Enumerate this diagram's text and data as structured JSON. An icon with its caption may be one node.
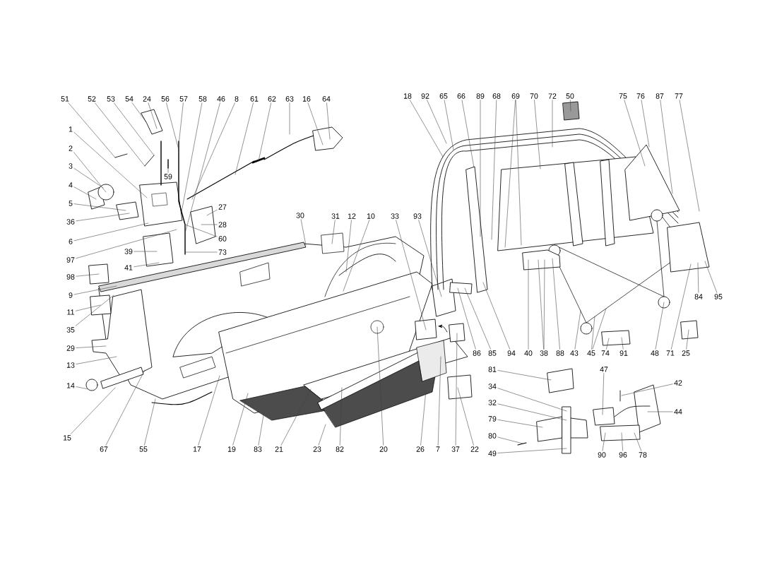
{
  "diagram": {
    "nodes": [
      {
        "text": [
          "51"
        ]
      },
      {
        "text": [
          "52"
        ]
      },
      {
        "text": [
          "53"
        ]
      },
      {
        "text": [
          "54"
        ]
      },
      {
        "text": [
          "24"
        ]
      },
      {
        "text": [
          "56"
        ]
      },
      {
        "text": [
          "57"
        ]
      },
      {
        "text": [
          "58"
        ]
      },
      {
        "text": [
          "46"
        ]
      },
      {
        "text": [
          "8"
        ]
      },
      {
        "text": [
          "61"
        ]
      },
      {
        "text": [
          "62"
        ]
      },
      {
        "text": [
          "63"
        ]
      },
      {
        "text": [
          "16"
        ]
      },
      {
        "text": [
          "64"
        ]
      },
      {
        "text": [
          "1"
        ]
      },
      {
        "text": [
          "2"
        ]
      },
      {
        "text": [
          "3"
        ]
      },
      {
        "text": [
          "4"
        ]
      },
      {
        "text": [
          "5"
        ]
      },
      {
        "text": [
          "36"
        ]
      },
      {
        "text": [
          "6"
        ]
      },
      {
        "text": [
          "97"
        ]
      },
      {
        "text": [
          "98"
        ]
      },
      {
        "text": [
          "9"
        ]
      },
      {
        "text": [
          "11"
        ]
      },
      {
        "text": [
          "35"
        ]
      },
      {
        "text": [
          "29"
        ]
      },
      {
        "text": [
          "13"
        ]
      },
      {
        "text": [
          "14"
        ]
      },
      {
        "text": [
          "59"
        ]
      },
      {
        "text": [
          "27"
        ]
      },
      {
        "text": [
          "28"
        ]
      },
      {
        "text": [
          "60"
        ]
      },
      {
        "text": [
          "73"
        ]
      },
      {
        "text": [
          "39"
        ]
      },
      {
        "text": [
          "41"
        ]
      },
      {
        "text": [
          "30"
        ]
      },
      {
        "text": [
          "31"
        ]
      },
      {
        "text": [
          "12"
        ]
      },
      {
        "text": [
          "10"
        ]
      },
      {
        "text": [
          "33"
        ]
      },
      {
        "text": [
          "93"
        ]
      },
      {
        "text": [
          "18"
        ]
      },
      {
        "text": [
          "92"
        ]
      },
      {
        "text": [
          "65"
        ]
      },
      {
        "text": [
          "66"
        ]
      },
      {
        "text": [
          "89"
        ]
      },
      {
        "text": [
          "68"
        ]
      },
      {
        "text": [
          "69"
        ]
      },
      {
        "text": [
          "70"
        ]
      },
      {
        "text": [
          "72"
        ]
      },
      {
        "text": [
          "50"
        ]
      },
      {
        "text": [
          "75"
        ]
      },
      {
        "text": [
          "76"
        ]
      },
      {
        "text": [
          "87"
        ]
      },
      {
        "text": [
          "77"
        ]
      },
      {
        "text": [
          "84"
        ]
      },
      {
        "text": [
          "95"
        ]
      },
      {
        "text": [
          "86"
        ]
      },
      {
        "text": [
          "85"
        ]
      },
      {
        "text": [
          "94"
        ]
      },
      {
        "text": [
          "40"
        ]
      },
      {
        "text": [
          "38"
        ]
      },
      {
        "text": [
          "88"
        ]
      },
      {
        "text": [
          "43"
        ]
      },
      {
        "text": [
          "45"
        ]
      },
      {
        "text": [
          "74"
        ]
      },
      {
        "text": [
          "91"
        ]
      },
      {
        "text": [
          "48"
        ]
      },
      {
        "text": [
          "71"
        ]
      },
      {
        "text": [
          "25"
        ]
      },
      {
        "text": [
          "15"
        ]
      },
      {
        "text": [
          "67"
        ]
      },
      {
        "text": [
          "55"
        ]
      },
      {
        "text": [
          "17"
        ]
      },
      {
        "text": [
          "19"
        ]
      },
      {
        "text": [
          "83"
        ]
      },
      {
        "text": [
          "21"
        ]
      },
      {
        "text": [
          "23"
        ]
      },
      {
        "text": [
          "82"
        ]
      },
      {
        "text": [
          "20"
        ]
      },
      {
        "text": [
          "26"
        ]
      },
      {
        "text": [
          "7"
        ]
      },
      {
        "text": [
          "37"
        ]
      },
      {
        "text": [
          "22"
        ]
      },
      {
        "text": [
          "81"
        ]
      },
      {
        "text": [
          "34"
        ]
      },
      {
        "text": [
          "32"
        ]
      },
      {
        "text": [
          "79"
        ]
      },
      {
        "text": [
          "80"
        ]
      },
      {
        "text": [
          "49"
        ]
      },
      {
        "text": [
          "47"
        ]
      },
      {
        "text": [
          "42"
        ]
      },
      {
        "text": [
          "44"
        ]
      },
      {
        "text": [
          "90"
        ]
      },
      {
        "text": [
          "96"
        ]
      },
      {
        "text": [
          "78"
        ]
      }
    ],
    "edges": [
      {
        "from": 0,
        "to": null,
        "arrow": "none"
      },
      {
        "from": 1,
        "to": null,
        "arrow": "none"
      },
      {
        "from": 2,
        "to": null,
        "arrow": "none"
      },
      {
        "from": 3,
        "to": null,
        "arrow": "none"
      },
      {
        "from": 4,
        "to": null,
        "arrow": "none"
      },
      {
        "from": 5,
        "to": null,
        "arrow": "none"
      },
      {
        "from": 6,
        "to": null,
        "arrow": "none"
      },
      {
        "from": 7,
        "to": null,
        "arrow": "none"
      },
      {
        "from": 8,
        "to": null,
        "arrow": "none"
      },
      {
        "from": 9,
        "to": null,
        "arrow": "none"
      },
      {
        "from": 10,
        "to": null,
        "arrow": "none"
      },
      {
        "from": 11,
        "to": null,
        "arrow": "none"
      },
      {
        "from": 12,
        "to": null,
        "arrow": "none"
      },
      {
        "from": 13,
        "to": null,
        "arrow": "none"
      },
      {
        "from": 14,
        "to": null,
        "arrow": "none"
      },
      {
        "from": 15,
        "to": null,
        "arrow": "none"
      },
      {
        "from": 16,
        "to": null,
        "arrow": "none"
      },
      {
        "from": 17,
        "to": null,
        "arrow": "none"
      },
      {
        "from": 18,
        "to": null,
        "arrow": "none"
      },
      {
        "from": 19,
        "to": null,
        "arrow": "none"
      },
      {
        "from": 20,
        "to": null,
        "arrow": "none"
      },
      {
        "from": 21,
        "to": null,
        "arrow": "none"
      },
      {
        "from": 22,
        "to": null,
        "arrow": "none"
      },
      {
        "from": 23,
        "to": null,
        "arrow": "none"
      },
      {
        "from": 24,
        "to": null,
        "arrow": "none"
      },
      {
        "from": 25,
        "to": null,
        "arrow": "none"
      },
      {
        "from": 26,
        "to": null,
        "arrow": "none"
      },
      {
        "from": 27,
        "to": null,
        "arrow": "none"
      },
      {
        "from": 28,
        "to": null,
        "arrow": "none"
      },
      {
        "from": 29,
        "to": null,
        "arrow": "none"
      },
      {
        "from": 30,
        "to": null,
        "arrow": "none"
      },
      {
        "from": 31,
        "to": null,
        "arrow": "none"
      },
      {
        "from": 32,
        "to": null,
        "arrow": "none"
      },
      {
        "from": 33,
        "to": null,
        "arrow": "none"
      },
      {
        "from": 34,
        "to": null,
        "arrow": "none"
      },
      {
        "from": 35,
        "to": null,
        "arrow": "none"
      },
      {
        "from": 36,
        "to": null,
        "arrow": "none"
      },
      {
        "from": 37,
        "to": null,
        "arrow": "none"
      },
      {
        "from": 38,
        "to": null,
        "arrow": "none"
      },
      {
        "from": 39,
        "to": null,
        "arrow": "none"
      },
      {
        "from": 40,
        "to": null,
        "arrow": "none"
      },
      {
        "from": 41,
        "to": null,
        "arrow": "none"
      },
      {
        "from": 42,
        "to": null,
        "arrow": "none"
      },
      {
        "from": 43,
        "to": null,
        "arrow": "none"
      },
      {
        "from": 44,
        "to": null,
        "arrow": "none"
      },
      {
        "from": 45,
        "to": null,
        "arrow": "none"
      },
      {
        "from": 46,
        "to": null,
        "arrow": "none"
      },
      {
        "from": 47,
        "to": null,
        "arrow": "none"
      },
      {
        "from": 48,
        "to": null,
        "arrow": "none"
      },
      {
        "from": 49,
        "to": null,
        "arrow": "none"
      },
      {
        "from": 49,
        "to": null,
        "arrow": "none"
      },
      {
        "from": 50,
        "to": null,
        "arrow": "none"
      },
      {
        "from": 51,
        "to": null,
        "arrow": "none"
      },
      {
        "from": 52,
        "to": null,
        "arrow": "none"
      },
      {
        "from": 53,
        "to": null,
        "arrow": "none"
      },
      {
        "from": 54,
        "to": null,
        "arrow": "none"
      },
      {
        "from": 55,
        "to": null,
        "arrow": "none"
      },
      {
        "from": 56,
        "to": null,
        "arrow": "none"
      },
      {
        "from": 57,
        "to": null,
        "arrow": "none"
      },
      {
        "from": 58,
        "to": null,
        "arrow": "none"
      },
      {
        "from": 59,
        "to": null,
        "arrow": "none"
      },
      {
        "from": 60,
        "to": null,
        "arrow": "none"
      },
      {
        "from": 61,
        "to": null,
        "arrow": "none"
      },
      {
        "from": 62,
        "to": null,
        "arrow": "none"
      },
      {
        "from": 63,
        "to": null,
        "arrow": "none"
      },
      {
        "from": 63,
        "to": null,
        "arrow": "none"
      },
      {
        "from": 64,
        "to": null,
        "arrow": "none"
      },
      {
        "from": 65,
        "to": null,
        "arrow": "none"
      },
      {
        "from": 66,
        "to": null,
        "arrow": "none"
      },
      {
        "from": 66,
        "to": null,
        "arrow": "none"
      },
      {
        "from": 67,
        "to": null,
        "arrow": "none"
      },
      {
        "from": 68,
        "to": null,
        "arrow": "none"
      },
      {
        "from": 69,
        "to": null,
        "arrow": "none"
      },
      {
        "from": 70,
        "to": null,
        "arrow": "none"
      },
      {
        "from": 71,
        "to": null,
        "arrow": "none"
      },
      {
        "from": 72,
        "to": null,
        "arrow": "none"
      },
      {
        "from": 73,
        "to": null,
        "arrow": "none"
      },
      {
        "from": 74,
        "to": null,
        "arrow": "none"
      },
      {
        "from": 75,
        "to": null,
        "arrow": "none"
      },
      {
        "from": 76,
        "to": null,
        "arrow": "none"
      },
      {
        "from": 77,
        "to": null,
        "arrow": "none"
      },
      {
        "from": 78,
        "to": null,
        "arrow": "none"
      },
      {
        "from": 79,
        "to": null,
        "arrow": "none"
      },
      {
        "from": 80,
        "to": null,
        "arrow": "none"
      },
      {
        "from": 81,
        "to": null,
        "arrow": "none"
      },
      {
        "from": 82,
        "to": null,
        "arrow": "none"
      },
      {
        "from": 83,
        "to": null,
        "arrow": "none"
      },
      {
        "from": 84,
        "to": null,
        "arrow": "none"
      },
      {
        "from": 85,
        "to": null,
        "arrow": "none"
      },
      {
        "from": 86,
        "to": null,
        "arrow": "none"
      },
      {
        "from": 87,
        "to": null,
        "arrow": "none"
      },
      {
        "from": 88,
        "to": null,
        "arrow": "none"
      },
      {
        "from": 89,
        "to": null,
        "arrow": "none"
      },
      {
        "from": 90,
        "to": null,
        "arrow": "none"
      },
      {
        "from": 91,
        "to": null,
        "arrow": "none"
      },
      {
        "from": 92,
        "to": null,
        "arrow": "none"
      },
      {
        "from": 93,
        "to": null,
        "arrow": "none"
      },
      {
        "from": 94,
        "to": null,
        "arrow": "none"
      },
      {
        "from": 95,
        "to": null,
        "arrow": "none"
      },
      {
        "from": 96,
        "to": null,
        "arrow": "none"
      },
      {
        "from": 97,
        "to": null,
        "arrow": "none"
      }
    ]
  }
}
